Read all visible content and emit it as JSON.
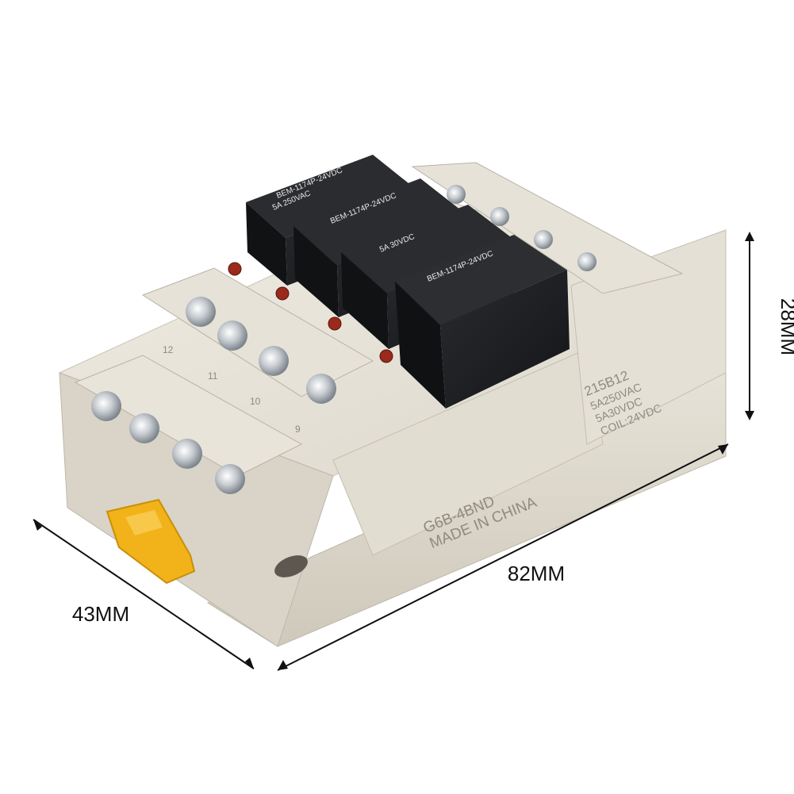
{
  "dimensions": {
    "length": "82MM",
    "width": "43MM",
    "height": "28MM"
  },
  "base_markings": {
    "model": "G6B-4BND",
    "origin": "MADE IN CHINA"
  },
  "relay_label": {
    "code": "215B12",
    "rating_ac": "5A250VAC",
    "rating_dc": "5A30VDC",
    "coil": "COIL:24VDC"
  },
  "relay_top_text": [
    "5A 250VAC",
    "5A 30VDC",
    "BEM-1174P-24VDC"
  ],
  "terminal_numbers": [
    "12",
    "11",
    "10",
    "9"
  ],
  "colors": {
    "base": "#ddd8cc",
    "relay": "#1c1d20",
    "latch": "#f2b21a",
    "led": "#9a2a1c"
  }
}
